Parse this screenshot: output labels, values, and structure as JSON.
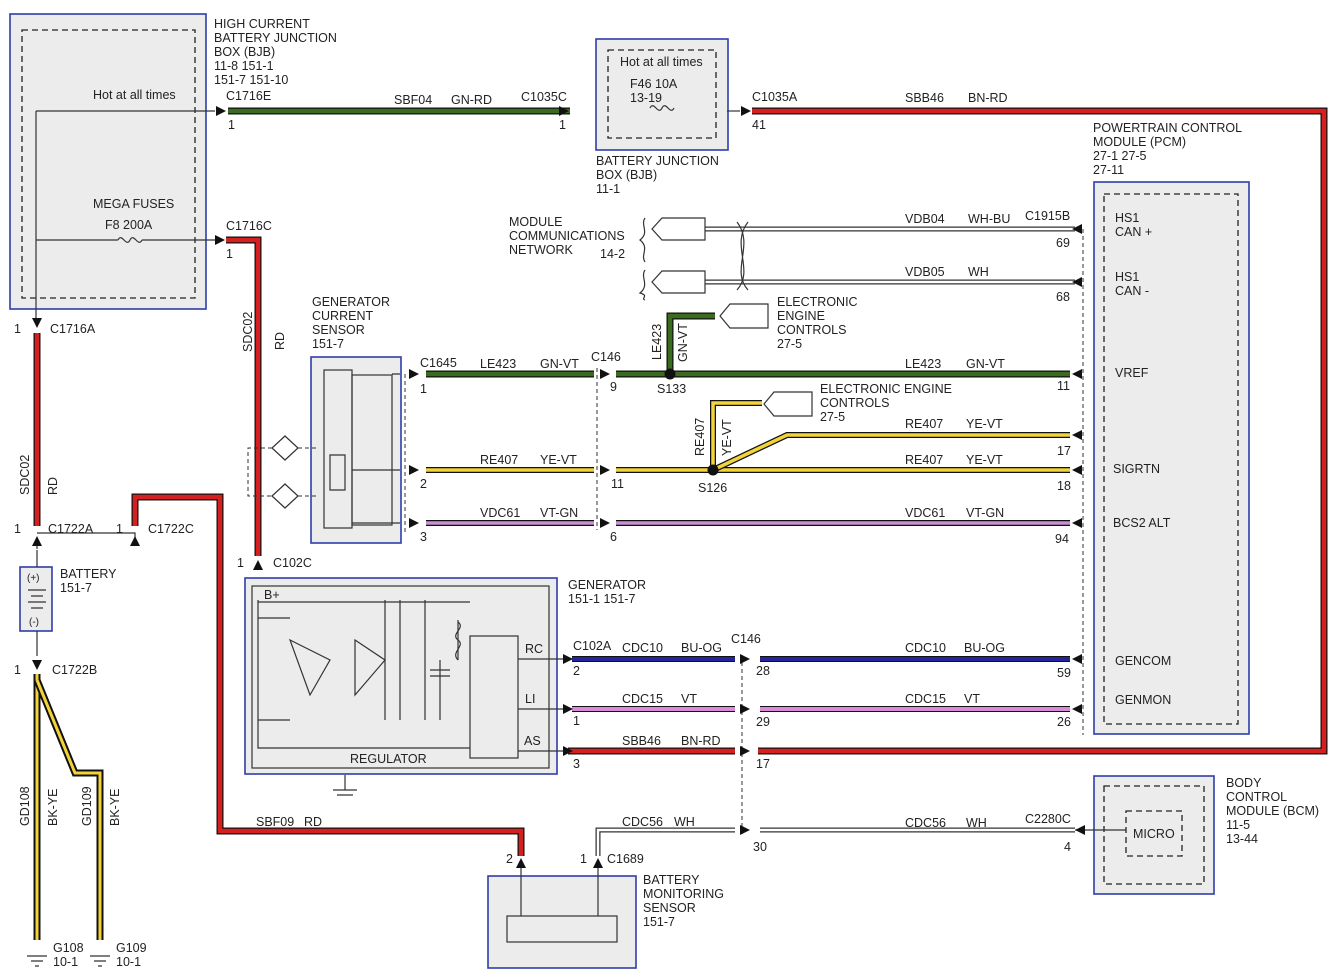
{
  "components": {
    "bjb_high": {
      "title1": "HIGH CURRENT",
      "title2": "BATTERY JUNCTION",
      "title3": "BOX (BJB)",
      "ref1": "11-8    151-1",
      "ref2": "151-7    151-10",
      "hot": "Hot at all times",
      "mega": "MEGA FUSES",
      "fuse": "F8    200A"
    },
    "bjb": {
      "hot": "Hot at all times",
      "fuse": "F46      10A",
      "fuse_ref": "13-19",
      "title1": "BATTERY JUNCTION",
      "title2": "BOX (BJB)",
      "ref": "11-1"
    },
    "pcm": {
      "title1": "POWERTRAIN CONTROL",
      "title2": "MODULE (PCM)",
      "ref1": "27-1    27-5",
      "ref2": "27-11",
      "hs1": "HS1",
      "can_plus": "CAN +",
      "hs1b": "HS1",
      "can_minus": "CAN -",
      "vref": "VREF",
      "sigrtn": "SIGRTN",
      "bcs2": "BCS2 ALT",
      "gencom": "GENCOM",
      "genmon": "GENMON"
    },
    "mcn": {
      "l1": "MODULE",
      "l2": "COMMUNICATIONS",
      "l3": "NETWORK",
      "ref": "14-2"
    },
    "eec1": {
      "l1": "ELECTRONIC",
      "l2": "ENGINE",
      "l3": "CONTROLS",
      "ref": "27-5"
    },
    "eec2": {
      "l1": "ELECTRONIC ENGINE",
      "l2": "CONTROLS",
      "ref": "27-5"
    },
    "gcs": {
      "l1": "GENERATOR",
      "l2": "CURRENT",
      "l3": "SENSOR",
      "ref": "151-7"
    },
    "generator": {
      "l1": "GENERATOR",
      "ref": "151-1    151-7",
      "bplus": "B+",
      "rc": "RC",
      "li": "LI",
      "as": "AS",
      "regulator": "REGULATOR"
    },
    "battery": {
      "l1": "BATTERY",
      "ref": "151-7",
      "plus": "(+)",
      "minus": "(-)"
    },
    "bms": {
      "l1": "BATTERY",
      "l2": "MONITORING",
      "l3": "SENSOR",
      "ref": "151-7"
    },
    "bcm": {
      "l1": "BODY",
      "l2": "CONTROL",
      "l3": "MODULE (BCM)",
      "ref1": "11-5",
      "ref2": "13-44",
      "micro": "MICRO"
    },
    "g108": {
      "name": "G108",
      "ref": "10-1"
    },
    "g109": {
      "name": "G109",
      "ref": "10-1"
    }
  },
  "connectors": {
    "c1716e": "C1716E",
    "c1035c": "C1035C",
    "c1035a": "C1035A",
    "c1716c": "C1716C",
    "c1716a": "C1716A",
    "c1915b": "C1915B",
    "c1645": "C1645",
    "c146a": "C146",
    "c146b": "C146",
    "c1722a": "C1722A",
    "c1722c": "C1722C",
    "c102c": "C102C",
    "c102a": "C102A",
    "c1722b": "C1722B",
    "c1689": "C1689",
    "c2280c": "C2280C",
    "s133": "S133",
    "s126": "S126"
  },
  "pins": {
    "p1_c1716e": "1",
    "p1_c1035c": "1",
    "p41": "41",
    "p1_c1716c": "1",
    "p1_c1716a": "1",
    "p69": "69",
    "p68": "68",
    "p1_c1645": "1",
    "p9": "9",
    "p11": "11",
    "p2_gcs": "2",
    "p11b": "11",
    "p17": "17",
    "p18": "18",
    "p3_gcs": "3",
    "p6": "6",
    "p94": "94",
    "p1_c1722a": "1",
    "p1_c1722c": "1",
    "p1_c102c": "1",
    "p2_c102a": "2",
    "p28": "28",
    "p59": "59",
    "p1_li": "1",
    "p29": "29",
    "p26": "26",
    "p3_as": "3",
    "p17b": "17",
    "p1_c1722b": "1",
    "p2_bms": "2",
    "p1_bms": "1",
    "p30": "30",
    "p4": "4"
  },
  "wires": {
    "sbf04": "SBF04",
    "gn_rd": "GN-RD",
    "sbb46": "SBB46",
    "bn_rd": "BN-RD",
    "vdb04": "VDB04",
    "wh_bu": "WH-BU",
    "vdb05": "VDB05",
    "wh": "WH",
    "le423_a": "LE423",
    "gn_vt_a": "GN-VT",
    "le423_b": "LE423",
    "gn_vt_b": "GN-VT",
    "le423_v": "LE423",
    "gn_vt_v": "GN-VT",
    "re407_a": "RE407",
    "ye_vt_a": "YE-VT",
    "re407_b": "RE407",
    "ye_vt_b": "YE-VT",
    "re407_c": "RE407",
    "ye_vt_c": "YE-VT",
    "re407_v": "RE407",
    "ye_vt_v": "YE-VT",
    "vdc61_a": "VDC61",
    "vt_gn_a": "VT-GN",
    "vdc61_b": "VDC61",
    "vt_gn_b": "VT-GN",
    "cdc10_a": "CDC10",
    "bu_og_a": "BU-OG",
    "cdc10_b": "CDC10",
    "bu_og_b": "BU-OG",
    "cdc15_a": "CDC15",
    "vt_a": "VT",
    "cdc15_b": "CDC15",
    "vt_b": "VT",
    "sbb46_b": "SBB46",
    "bn_rd_b": "BN-RD",
    "cdc56_a": "CDC56",
    "wh_a": "WH",
    "cdc56_b": "CDC56",
    "wh_b": "WH",
    "sbf09": "SBF09",
    "rd_sbf09": "RD",
    "sdc02_a": "SDC02",
    "rd_a": "RD",
    "sdc02_b": "SDC02",
    "rd_b": "RD",
    "gd108": "GD108",
    "bk_ye_a": "BK-YE",
    "gd109": "GD109",
    "bk_ye_b": "BK-YE"
  },
  "colors": {
    "red": "#d62020",
    "green": "#3a6b1e",
    "yellow": "#f2d33a",
    "violet": "#c98fd6",
    "blue": "#23239a",
    "pink": "#d98bd8",
    "black": "#111111",
    "border": "#2f3da8"
  }
}
